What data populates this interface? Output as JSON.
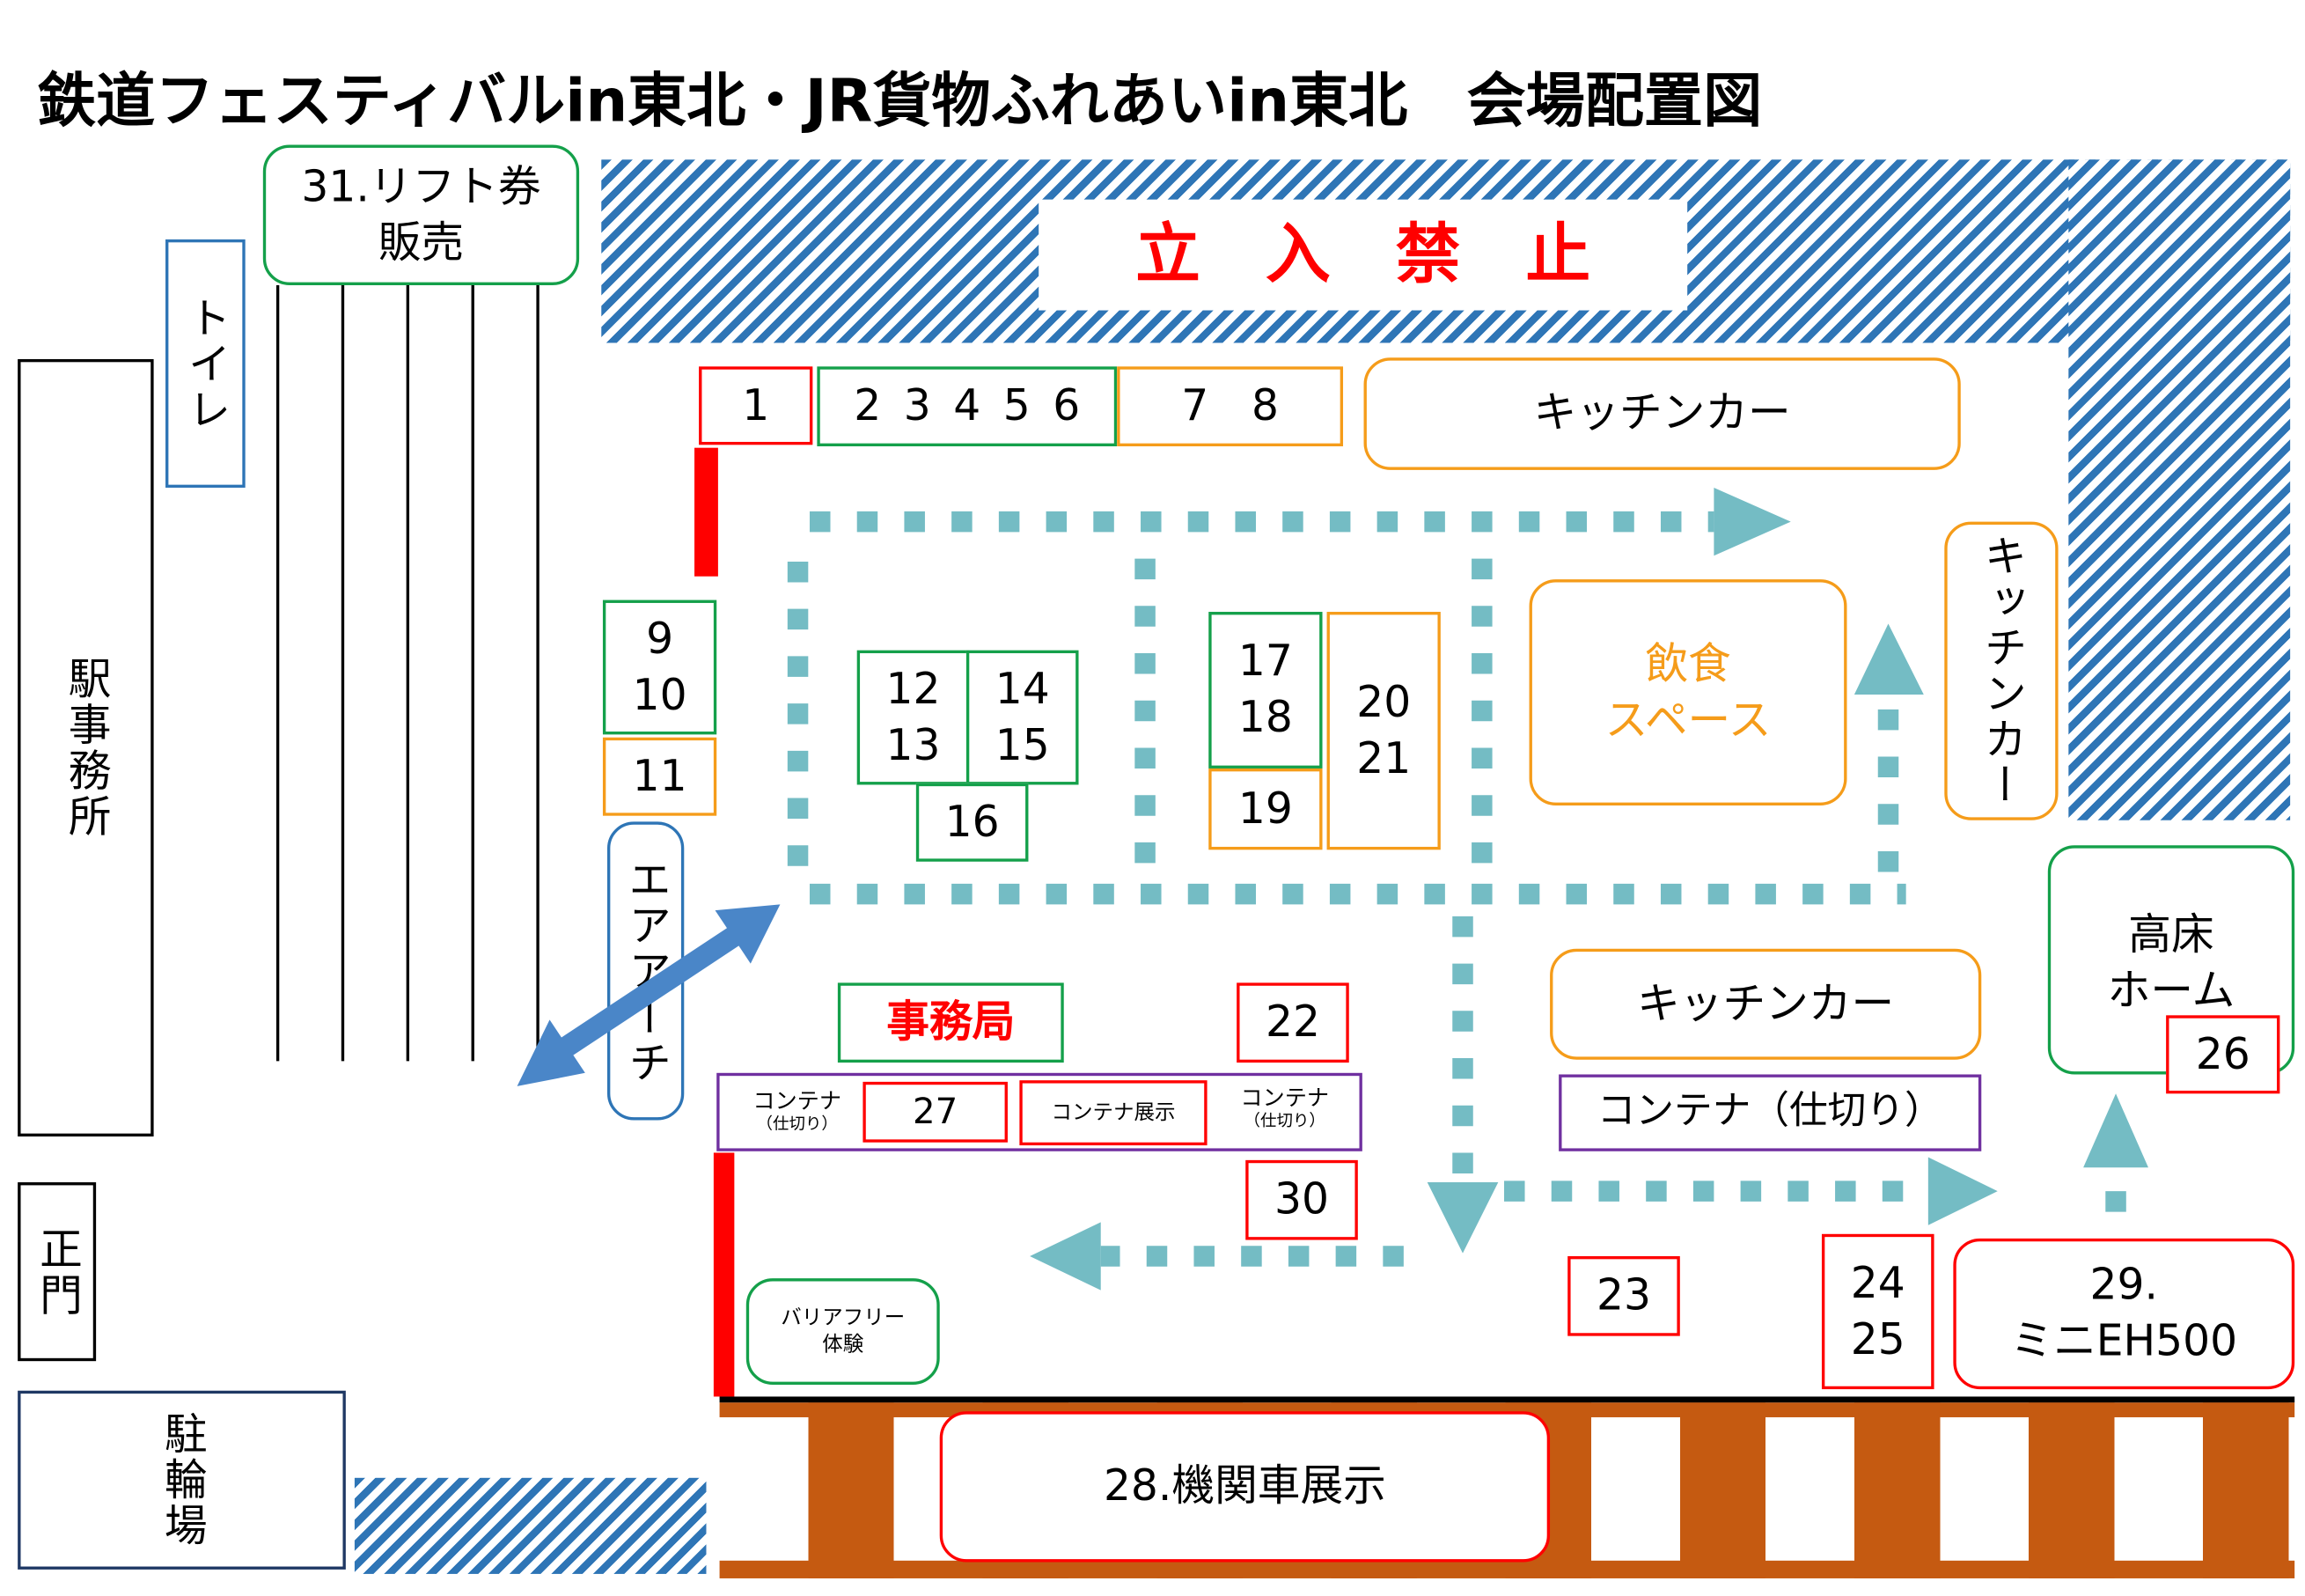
{
  "title": "鉄道フェスティバルin東北・JR貨物ふれあいin東北　会場配置図",
  "no_entry": "立　入　禁　止",
  "lift_ticket": "31.リフト券\n販売",
  "toilet": "トイレ",
  "station_office": "駅事務所",
  "main_gate": "正門",
  "bicycle_parking": "駐輪場",
  "booths": {
    "b1": "1",
    "b2_6": "2 3 4 5 6",
    "b7_8": "7　8",
    "b9_10": "9\n10",
    "b11": "11",
    "b12_13": "12\n13",
    "b14_15": "14\n15",
    "b16": "16",
    "b17_18": "17\n18",
    "b19": "19",
    "b20_21": "20\n21",
    "b22": "22",
    "b23": "23",
    "b24_25": "24\n25",
    "b26": "26",
    "b27": "27",
    "b30": "30"
  },
  "kitchen_car": "キッチンカー",
  "dining_space": "飲食\nスペース",
  "air_arch": "エアアーチ",
  "high_platform": "高床\nホーム",
  "secretariat": "事務局",
  "container_partition_small": "コンテナ",
  "container_partition_small_sub": "（仕切り）",
  "container_exhibit": "コンテナ展示",
  "container_partition": "コンテナ（仕切り）",
  "barrier_free": "バリアフリー\n体験",
  "mini_eh500": "29.\nミニEH500",
  "locomotive_exhibit": "28.機関車展示",
  "colors": {
    "arrow": "#74bcc4",
    "hatch": "#2e75b6",
    "rail": "#c55a11",
    "double_arrow": "#4a86c8"
  }
}
